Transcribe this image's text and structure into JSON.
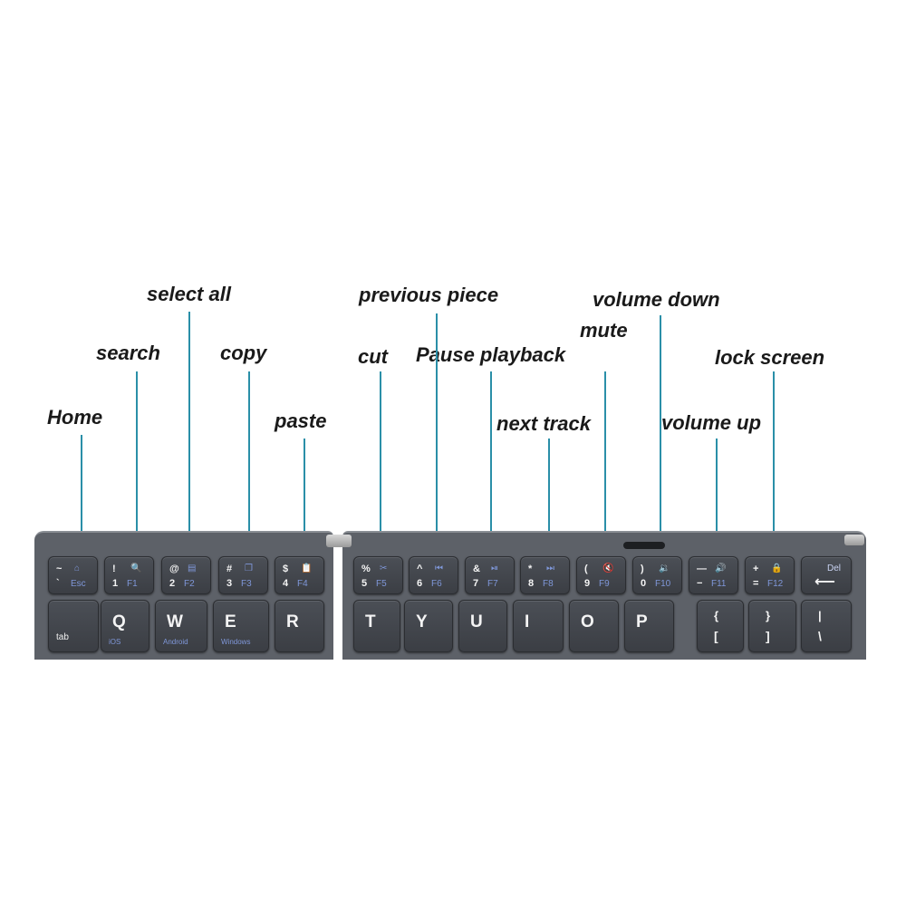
{
  "callouts": {
    "home": "Home",
    "search": "search",
    "select_all": "select all",
    "copy": "copy",
    "paste": "paste",
    "cut": "cut",
    "previous_piece": "previous piece",
    "pause_playback": "Pause playback",
    "next_track": "next track",
    "mute": "mute",
    "volume_down": "volume down",
    "volume_up": "volume up",
    "lock_screen": "lock screen"
  },
  "fn_row": [
    {
      "top": "~",
      "bottom": "`",
      "icon": "⌂",
      "fn": "Esc"
    },
    {
      "top": "!",
      "bottom": "1",
      "icon": "🔍",
      "fn": "F1"
    },
    {
      "top": "@",
      "bottom": "2",
      "icon": "▤",
      "fn": "F2"
    },
    {
      "top": "#",
      "bottom": "3",
      "icon": "❐",
      "fn": "F3"
    },
    {
      "top": "$",
      "bottom": "4",
      "icon": "📋",
      "fn": "F4"
    },
    {
      "top": "%",
      "bottom": "5",
      "icon": "✂",
      "fn": "F5"
    },
    {
      "top": "^",
      "bottom": "6",
      "icon": "⏮",
      "fn": "F6"
    },
    {
      "top": "&",
      "bottom": "7",
      "icon": "⏯",
      "fn": "F7"
    },
    {
      "top": "*",
      "bottom": "8",
      "icon": "⏭",
      "fn": "F8"
    },
    {
      "top": "(",
      "bottom": "9",
      "icon": "🔇",
      "fn": "F9"
    },
    {
      "top": ")",
      "bottom": "0",
      "icon": "🔉",
      "fn": "F10"
    },
    {
      "top": "—",
      "bottom": "−",
      "icon": "🔊",
      "fn": "F11"
    },
    {
      "top": "+",
      "bottom": "=",
      "icon": "🔒",
      "fn": "F12"
    },
    {
      "top": "Del",
      "bottom": "⟵",
      "icon": "",
      "fn": ""
    }
  ],
  "letter_row": [
    {
      "main": "",
      "sub": "tab"
    },
    {
      "main": "Q",
      "sub": "iOS"
    },
    {
      "main": "W",
      "sub": "Android"
    },
    {
      "main": "E",
      "sub": "Windows"
    },
    {
      "main": "R",
      "sub": ""
    },
    {
      "main": "T",
      "sub": ""
    },
    {
      "main": "Y",
      "sub": ""
    },
    {
      "main": "U",
      "sub": ""
    },
    {
      "main": "I",
      "sub": ""
    },
    {
      "main": "O",
      "sub": ""
    },
    {
      "main": "P",
      "sub": ""
    },
    {
      "main": "{",
      "sub": "["
    },
    {
      "main": "}",
      "sub": "]"
    },
    {
      "main": "|",
      "sub": "\\"
    }
  ],
  "colors": {
    "leader": "#2a8fa8",
    "fn_legend": "#7f97d9",
    "key": "#41444a",
    "body": "#5d6168"
  }
}
